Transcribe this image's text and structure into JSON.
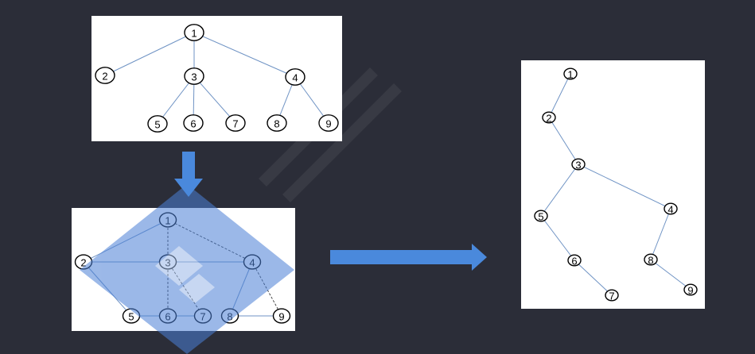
{
  "colors": {
    "background": "#2b2d38",
    "arrow": "#4a89dc",
    "edge": "#6f93c4",
    "watermark": "#4a7fd6"
  },
  "tree": {
    "nodes": [
      "1",
      "2",
      "3",
      "4",
      "5",
      "6",
      "7",
      "8",
      "9"
    ],
    "edges": [
      [
        "1",
        "2"
      ],
      [
        "1",
        "3"
      ],
      [
        "1",
        "4"
      ],
      [
        "3",
        "5"
      ],
      [
        "3",
        "6"
      ],
      [
        "3",
        "7"
      ],
      [
        "4",
        "8"
      ],
      [
        "4",
        "9"
      ]
    ]
  },
  "sibling_links": {
    "nodes": [
      "1",
      "2",
      "3",
      "4",
      "5",
      "6",
      "7",
      "8",
      "9"
    ],
    "solid_edges": [
      [
        "1",
        "2"
      ],
      [
        "2",
        "3"
      ],
      [
        "3",
        "4"
      ],
      [
        "2",
        "5"
      ],
      [
        "5",
        "6"
      ],
      [
        "6",
        "7"
      ],
      [
        "4",
        "8"
      ],
      [
        "8",
        "9"
      ]
    ],
    "dashed_edges": [
      [
        "1",
        "3"
      ],
      [
        "1",
        "4"
      ],
      [
        "3",
        "6"
      ],
      [
        "3",
        "7"
      ],
      [
        "4",
        "9"
      ]
    ]
  },
  "binary_tree": {
    "nodes": [
      "1",
      "2",
      "3",
      "4",
      "5",
      "6",
      "7",
      "8",
      "9"
    ],
    "edges": [
      [
        "1",
        "2"
      ],
      [
        "2",
        "3"
      ],
      [
        "3",
        "5"
      ],
      [
        "3",
        "4"
      ],
      [
        "5",
        "6"
      ],
      [
        "6",
        "7"
      ],
      [
        "4",
        "8"
      ],
      [
        "8",
        "9"
      ]
    ]
  },
  "arrows": {
    "down": "down-arrow",
    "right": "right-arrow"
  }
}
